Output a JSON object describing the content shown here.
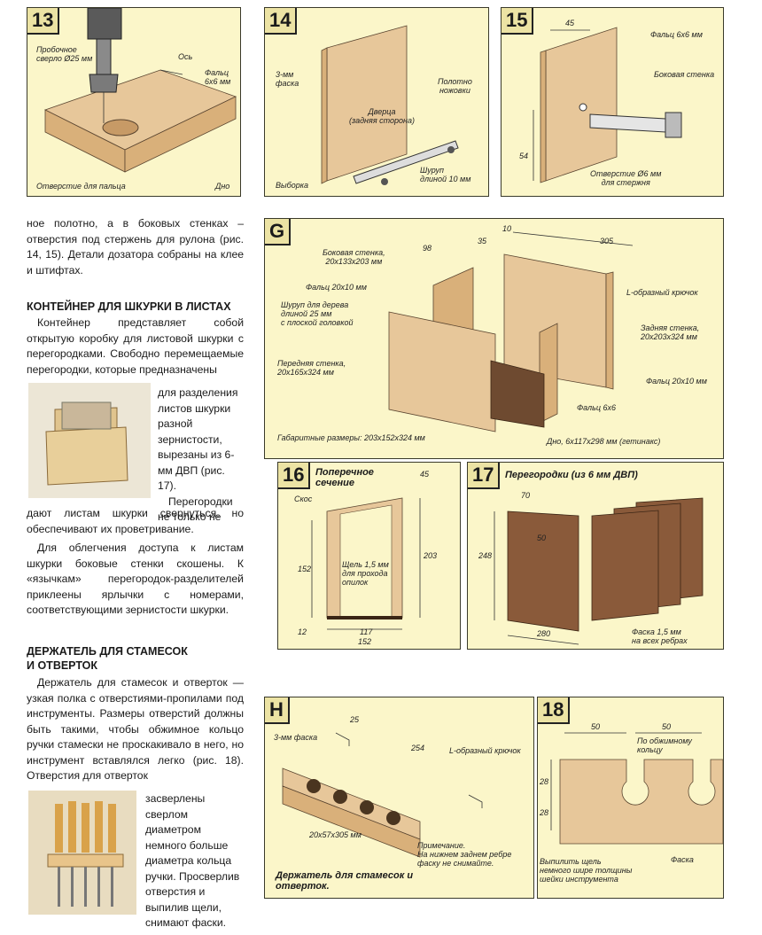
{
  "panel13": {
    "num": "13",
    "drill": "Пробочное\nсверло Ø25 мм",
    "axis": "Ось",
    "rabbet": "Фальц\n6x6 мм",
    "hole": "Отверстие для пальца",
    "bottom": "Дно"
  },
  "panel14": {
    "num": "14",
    "chamfer": "3-мм\nфаска",
    "door": "Дверца\n(задняя сторона)",
    "blade": "Полотно\nножовки",
    "notch": "Выборка",
    "screw": "Шуруп\nдлиной 10 мм"
  },
  "panel15": {
    "num": "15",
    "dim45": "45",
    "rabbet": "Фальц 6x6 мм",
    "side": "Боковая стенка",
    "dim54": "54",
    "hole": "Отверстие Ø6 мм\nдля стержня"
  },
  "col1": {
    "p1": "ное полотно, а в боковых стенках – отверстия под стержень для рулона (рис. 14, 15). Детали дозатора собраны на клее и штифтах.",
    "heading1": "КОНТЕЙНЕР ДЛЯ ШКУРКИ В ЛИСТАХ",
    "p2a": "Контейнер представляет собой открытую коробку для листовой шкурки с перегородками. Свободно перемещаемые перегородки, которые предназначены",
    "p2b": "для разделения листов шкурки разной зернистости, вырезаны из 6-мм ДВП (рис. 17).",
    "p2c": "Перегородки не только не",
    "p2d": "дают листам шкурки свернуться, но обеспечивают их проветривание.",
    "p3": "Для облегчения доступа к листам шкурки боковые стенки скошены. К «язычкам» перегородок-разделителей приклеены ярлычки с номерами, соответствующими зернистости шкурки.",
    "heading2": "ДЕРЖАТЕЛЬ ДЛЯ СТАМЕСОК\nИ ОТВЕРТОК",
    "p4a": "Держатель для стамесок и отверток — узкая полка с отверстиями-пропилами под инструменты. Размеры отверстий должны быть такими, чтобы обжимное кольцо ручки стамески не проскакивало в него, но инструмент вставлялся легко (рис. 18). Отверстия для отверток",
    "p4b": "засверлены сверлом диаметром немного больше диаметра кольца ручки. Просверлив отверстия и выпилив щели, снимают фаски."
  },
  "panelG": {
    "num": "G",
    "dim10": "10",
    "dim98": "98",
    "dim35": "35",
    "dim305": "305",
    "side": "Боковая стенка,\n20x133x203 мм",
    "rabbet2010": "Фальц 20x10 мм",
    "hook": "L-образный крючок",
    "screw": "Шуруп для дерева\nдлиной 25 мм\nс плоской головкой",
    "back": "Задняя стенка,\n20x203x324 мм",
    "front": "Передняя стенка,\n20x165x324 мм",
    "rabbet2010b": "Фальц 20x10 мм",
    "rabbet66": "Фальц 6x6",
    "overall": "Габаритные размеры: 203x152x324 мм",
    "bottom": "Дно, 6x117x298 мм (гетинакс)"
  },
  "panel16": {
    "num": "16",
    "title": "Поперечное\nсечение",
    "dim45": "45",
    "bevel": "Скос",
    "dim152v": "152",
    "slot": "Щель 1,5 мм\nдля прохода\nопилок",
    "dim203": "203",
    "dim12": "12",
    "dim117": "117",
    "dim152h": "152"
  },
  "panel17": {
    "num": "17",
    "title": "Перегородки (из 6 мм ДВП)",
    "dim70": "70",
    "dim50": "50",
    "dim248": "248",
    "dim280": "280",
    "chamfer": "Фаска 1,5 мм\nна всех ребрах"
  },
  "panelH": {
    "num": "H",
    "dim25": "25",
    "chamfer": "3-мм фаска",
    "dim254": "254",
    "hook": "L-образный крючок",
    "size": "20x57x305 мм",
    "note": "Примечание.\nНа нижнем заднем ребре\nфаску не снимайте.",
    "caption": "Держатель для стамесок и\nотверток."
  },
  "panel18": {
    "num": "18",
    "dim50a": "50",
    "dim50b": "50",
    "ring": "По обжимному\nкольцу",
    "dim28a": "28",
    "dim28b": "28",
    "saw": "Выпилить щель\nнемного шире толщины\nшейки инструмента",
    "chamfer": "Фаска"
  }
}
